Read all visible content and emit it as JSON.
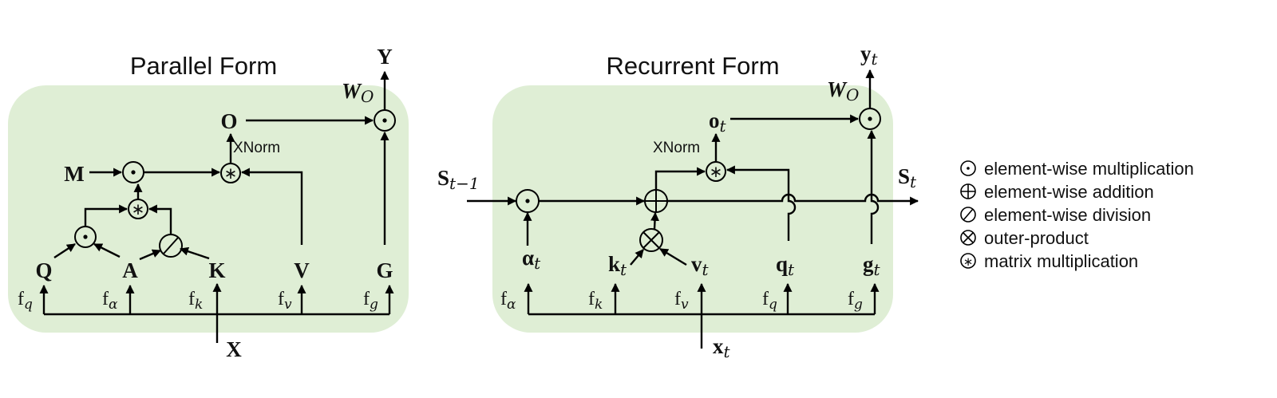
{
  "parallel": {
    "title": "Parallel Form",
    "inputs": [
      {
        "sym": "Q",
        "fn": "f",
        "fnsub": "q"
      },
      {
        "sym": "A",
        "fn": "f",
        "fnsub": "α"
      },
      {
        "sym": "K",
        "fn": "f",
        "fnsub": "k"
      },
      {
        "sym": "V",
        "fn": "f",
        "fnsub": "v"
      },
      {
        "sym": "G",
        "fn": "f",
        "fnsub": "g"
      }
    ],
    "mask": "M",
    "output_o": "O",
    "xnorm": "XNorm",
    "weight": "W",
    "weight_sub": "O",
    "output": "Y",
    "input": "X"
  },
  "recurrent": {
    "title": "Recurrent  Form",
    "state_prev": "S",
    "state_prev_sub": "t−1",
    "state_next": "S",
    "state_next_sub": "t",
    "inputs": [
      {
        "sym": "α",
        "sub": "t",
        "fn": "f",
        "fnsub": "α"
      },
      {
        "sym": "k",
        "sub": "t",
        "fn": "f",
        "fnsub": "k"
      },
      {
        "sym": "v",
        "sub": "t",
        "fn": "f",
        "fnsub": "v"
      },
      {
        "sym": "q",
        "sub": "t",
        "fn": "f",
        "fnsub": "q"
      },
      {
        "sym": "g",
        "sub": "t",
        "fn": "f",
        "fnsub": "g"
      }
    ],
    "output_o": "o",
    "output_o_sub": "t",
    "xnorm": "XNorm",
    "weight": "W",
    "weight_sub": "O",
    "output": "y",
    "output_sub": "t",
    "input": "x",
    "input_sub": "t"
  },
  "legend": [
    {
      "symbol": "⊙",
      "label": "element-wise multiplication"
    },
    {
      "symbol": "⊕",
      "label": "element-wise addition"
    },
    {
      "symbol": "⊘",
      "label": "element-wise division"
    },
    {
      "symbol": "⊗",
      "label": "outer-product"
    },
    {
      "symbol": "⊛",
      "label": "matrix multiplication"
    }
  ]
}
